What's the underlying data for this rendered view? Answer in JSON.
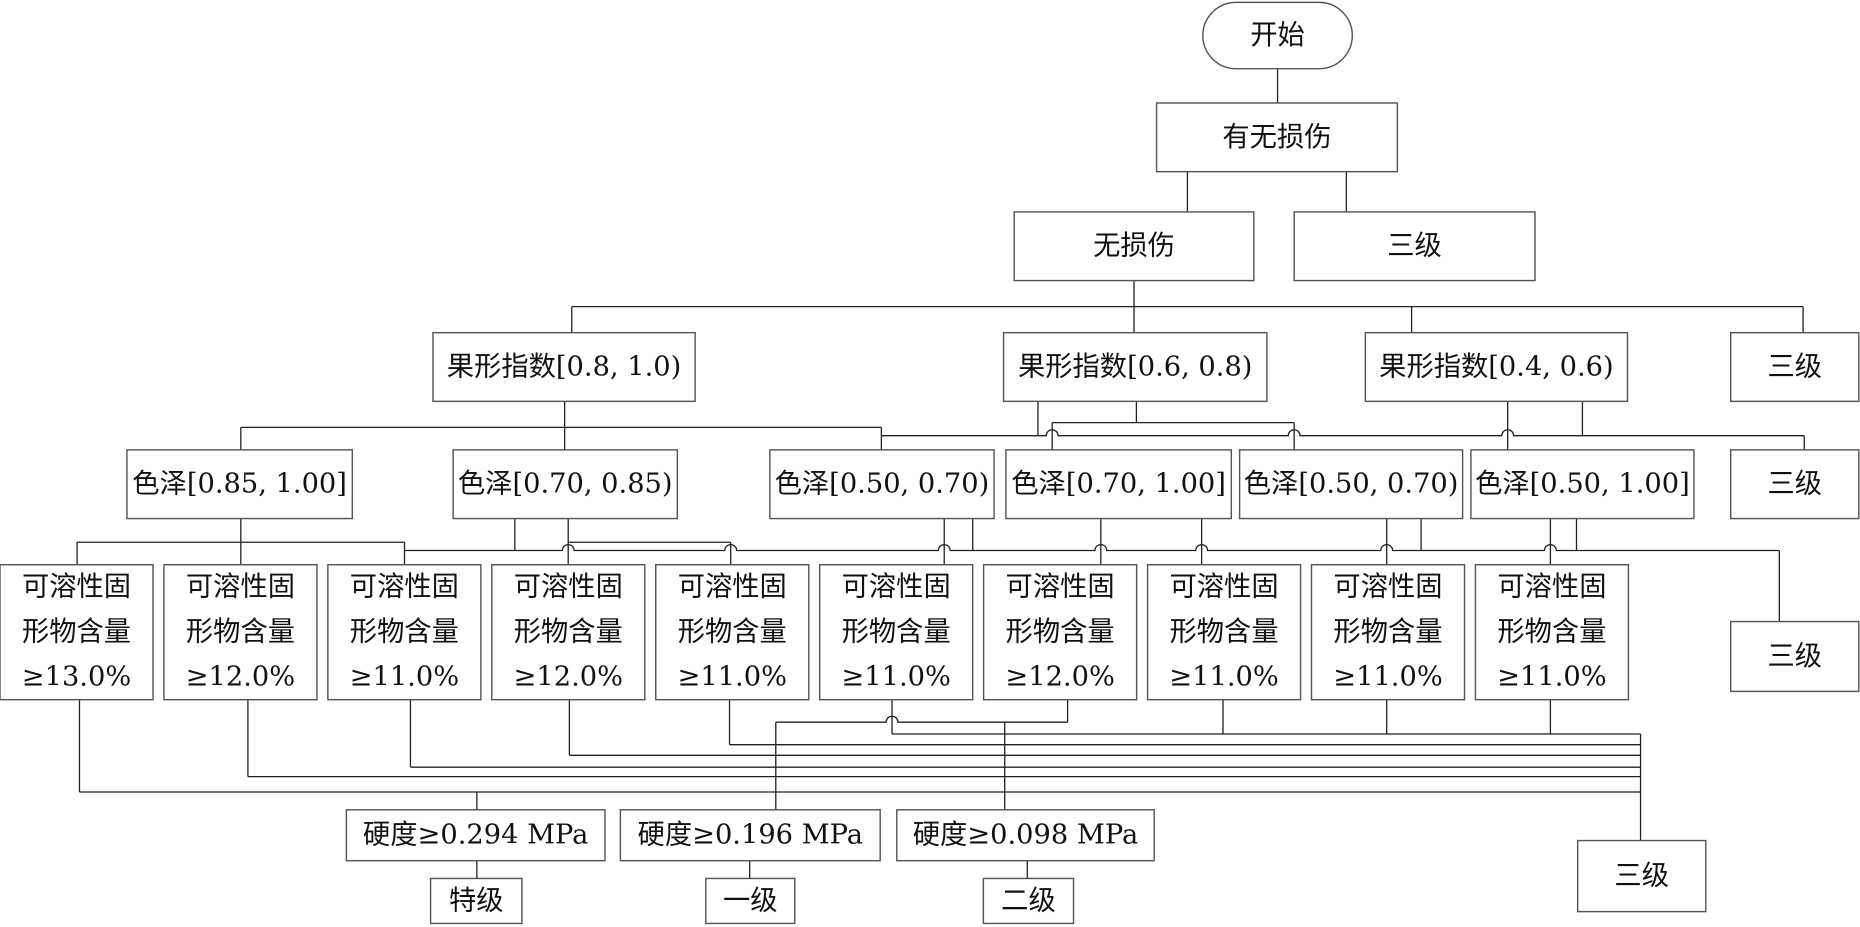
{
  "start": "开始",
  "damage_check": "有无损伤",
  "no_damage": "无损伤",
  "grade_three": "三级",
  "shape_index": [
    "果形指数[0.8, 1.0)",
    "果形指数[0.6, 0.8)",
    "果形指数[0.4, 0.6)"
  ],
  "color": [
    "色泽[0.85, 1.00]",
    "色泽[0.70, 0.85)",
    "色泽[0.50, 0.70)",
    "色泽[0.70, 1.00]",
    "色泽[0.50, 0.70)",
    "色泽[0.50, 1.00]"
  ],
  "soluble_solids_label": [
    "可溶性固",
    "形物含量"
  ],
  "soluble_solids": [
    "≥13.0%",
    "≥12.0%",
    "≥11.0%",
    "≥12.0%",
    "≥11.0%",
    "≥11.0%",
    "≥12.0%",
    "≥11.0%",
    "≥11.0%",
    "≥11.0%"
  ],
  "hardness": [
    "硬度≥0.294 MPa",
    "硬度≥0.196 MPa",
    "硬度≥0.098 MPa"
  ],
  "grades": [
    "特级",
    "一级",
    "二级"
  ]
}
